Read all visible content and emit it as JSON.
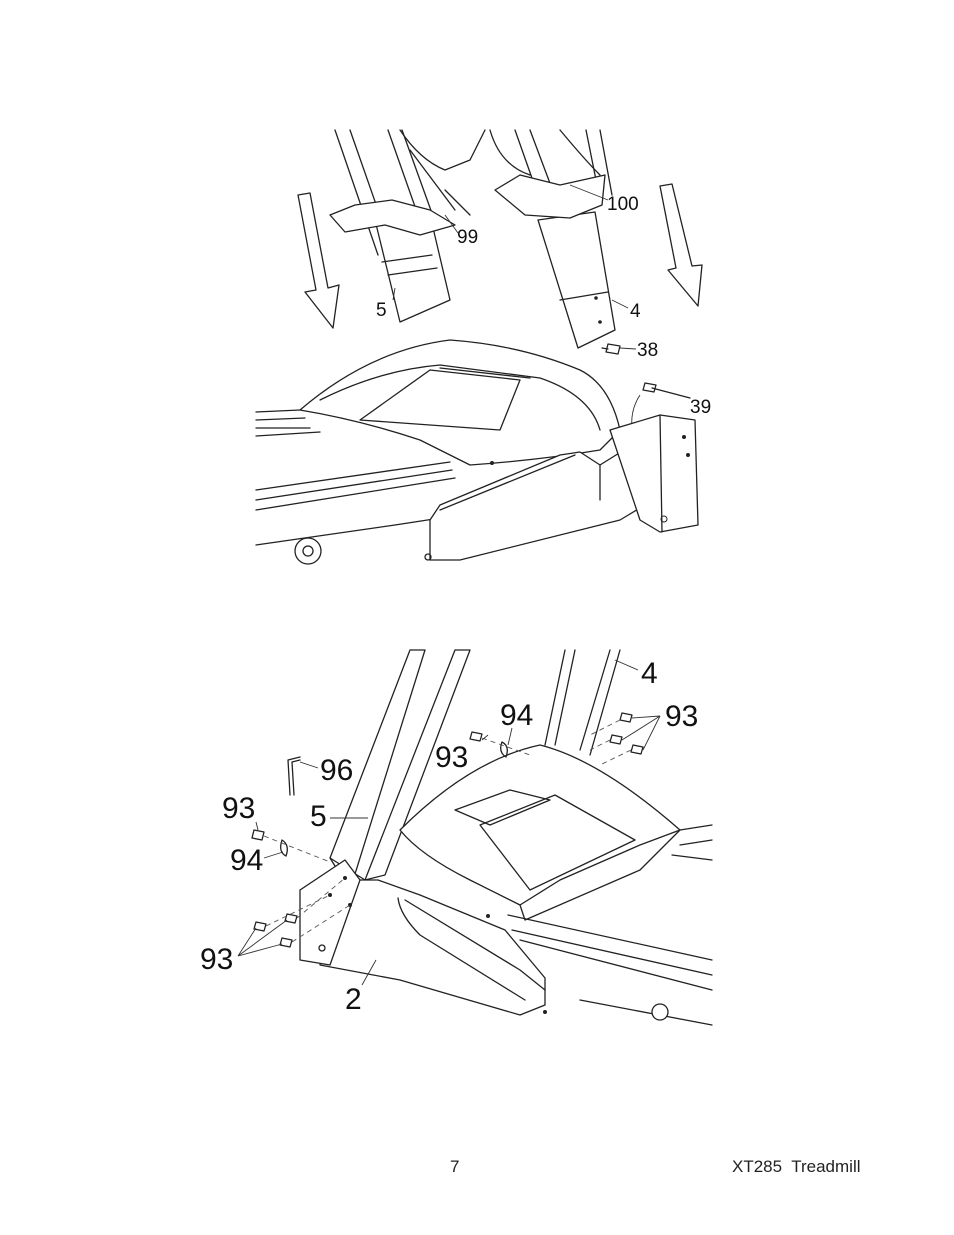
{
  "figure_top": {
    "callouts": [
      "100",
      "99",
      "5",
      "4",
      "38",
      "39"
    ]
  },
  "figure_bottom": {
    "callouts": [
      "4",
      "94",
      "93",
      "93",
      "96",
      "93",
      "5",
      "94",
      "93",
      "2"
    ]
  },
  "footer": {
    "page_number": "7",
    "model": "XT285  Treadmill"
  }
}
